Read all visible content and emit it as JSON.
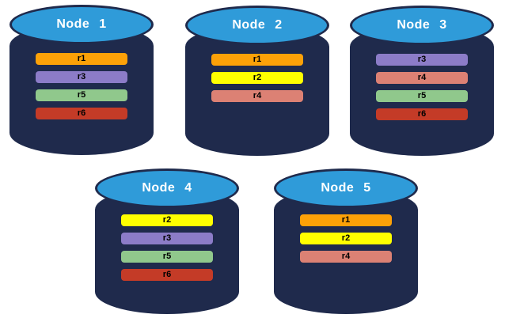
{
  "palette": {
    "background": "#ffffff",
    "cylinder_body": "#1f2a4c",
    "cylinder_top": "#2f9bd9",
    "title_text": "#ffffff",
    "bar_text": "#000000",
    "replica_colors": {
      "r1": "#fca108",
      "r2": "#ffff00",
      "r3": "#8c7cc8",
      "r4": "#dc8174",
      "r5": "#90c88c",
      "r6": "#c43b27"
    }
  },
  "nodes": [
    {
      "title": "Node 1",
      "replicas": [
        {
          "label": "r1",
          "color": "#fca108"
        },
        {
          "label": "r3",
          "color": "#8c7cc8"
        },
        {
          "label": "r5",
          "color": "#90c88c"
        },
        {
          "label": "r6",
          "color": "#c43b27"
        }
      ]
    },
    {
      "title": "Node 2",
      "replicas": [
        {
          "label": "r1",
          "color": "#fca108"
        },
        {
          "label": "r2",
          "color": "#ffff00"
        },
        {
          "label": "r4",
          "color": "#dc8174"
        }
      ]
    },
    {
      "title": "Node 3",
      "replicas": [
        {
          "label": "r3",
          "color": "#8c7cc8"
        },
        {
          "label": "r4",
          "color": "#dc8174"
        },
        {
          "label": "r5",
          "color": "#90c88c"
        },
        {
          "label": "r6",
          "color": "#c43b27"
        }
      ]
    },
    {
      "title": "Node 4",
      "replicas": [
        {
          "label": "r2",
          "color": "#ffff00"
        },
        {
          "label": "r3",
          "color": "#8c7cc8"
        },
        {
          "label": "r5",
          "color": "#90c88c"
        },
        {
          "label": "r6",
          "color": "#c43b27"
        }
      ]
    },
    {
      "title": "Node 5",
      "replicas": [
        {
          "label": "r1",
          "color": "#fca108"
        },
        {
          "label": "r2",
          "color": "#ffff00"
        },
        {
          "label": "r4",
          "color": "#dc8174"
        }
      ]
    }
  ]
}
